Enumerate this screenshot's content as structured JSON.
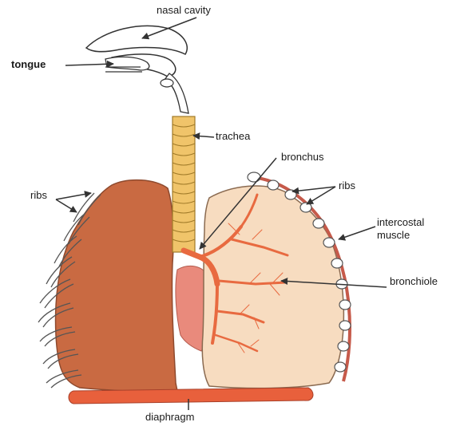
{
  "labels": {
    "nasal_cavity": "nasal cavity",
    "tongue": "tongue",
    "trachea": "trachea",
    "bronchus": "bronchus",
    "ribs_left": "ribs",
    "ribs_right": "ribs",
    "intercostal_line1": "intercostal",
    "intercostal_line2": "muscle",
    "bronchiole": "bronchiole",
    "diaphragm": "diaphragm"
  },
  "colors": {
    "left_lung": "#c96a42",
    "right_lung": "#f7dcc0",
    "trachea": "#f0c46a",
    "bronchi": "#e86a40",
    "heart": "#e98a7c",
    "diaphragm": "#e8603c",
    "ribs_outline": "#555555",
    "muscle": "#c65a4a",
    "arrow": "#333333"
  }
}
